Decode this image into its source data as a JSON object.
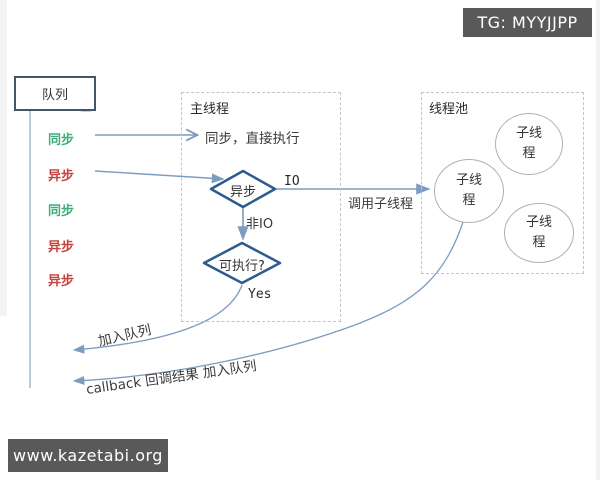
{
  "badges": {
    "tg": "TG: MYYJJPP",
    "site": "www.kazetabi.org"
  },
  "queue_box": {
    "label": "队列"
  },
  "queue_items": [
    {
      "label": "同步",
      "type": "sync"
    },
    {
      "label": "异步",
      "type": "async"
    },
    {
      "label": "同步",
      "type": "sync"
    },
    {
      "label": "异步",
      "type": "async"
    },
    {
      "label": "异步",
      "type": "async"
    }
  ],
  "main_thread": {
    "title": "主线程",
    "sync_note": "同步，直接执行",
    "decision_async": "异步",
    "branch_io": "IO",
    "branch_non_io": "非IO",
    "decision_executable": "可执行?",
    "branch_yes": "Yes"
  },
  "thread_pool": {
    "title": "线程池",
    "threads": [
      {
        "line1": "子线",
        "line2": "程"
      },
      {
        "line1": "子线",
        "line2": "程"
      },
      {
        "line1": "子线",
        "line2": "程"
      }
    ]
  },
  "edges": {
    "call_child_thread": "调用子线程",
    "join_queue": "加入队列",
    "callback_join_queue": "callback 回调结果 加入队列"
  },
  "colors": {
    "sync_green": "#3fae7c",
    "async_red": "#c4433c",
    "connector_blue": "#7e9cc0",
    "diamond_border": "#2e5b8f",
    "queue_box_border": "#44546a",
    "badge_bg": "#595959"
  }
}
